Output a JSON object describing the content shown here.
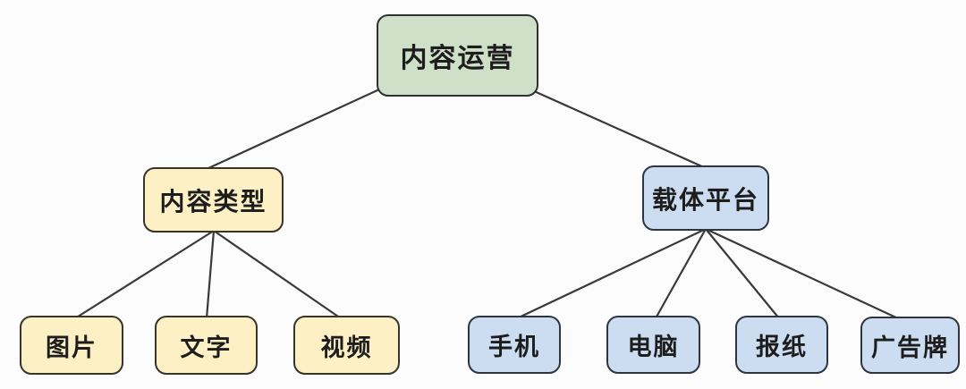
{
  "colors": {
    "canvas_bg": "#fcfcfc",
    "root_fill": "#cfe0c9",
    "root_border": "#303030",
    "type_fill": "#fdf0c5",
    "type_border": "#37342b",
    "platform_fill": "#cdddf1",
    "platform_border": "#2d3542",
    "text": "#1d1d1d",
    "line": "#3a3a3a"
  },
  "diagram": {
    "type": "tree",
    "root": {
      "label": "内容运营"
    },
    "branches": [
      {
        "label": "内容类型",
        "children": [
          {
            "label": "图片"
          },
          {
            "label": "文字"
          },
          {
            "label": "视频"
          }
        ]
      },
      {
        "label": "载体平台",
        "children": [
          {
            "label": "手机"
          },
          {
            "label": "电脑"
          },
          {
            "label": "报纸"
          },
          {
            "label": "广告牌"
          }
        ]
      }
    ]
  }
}
